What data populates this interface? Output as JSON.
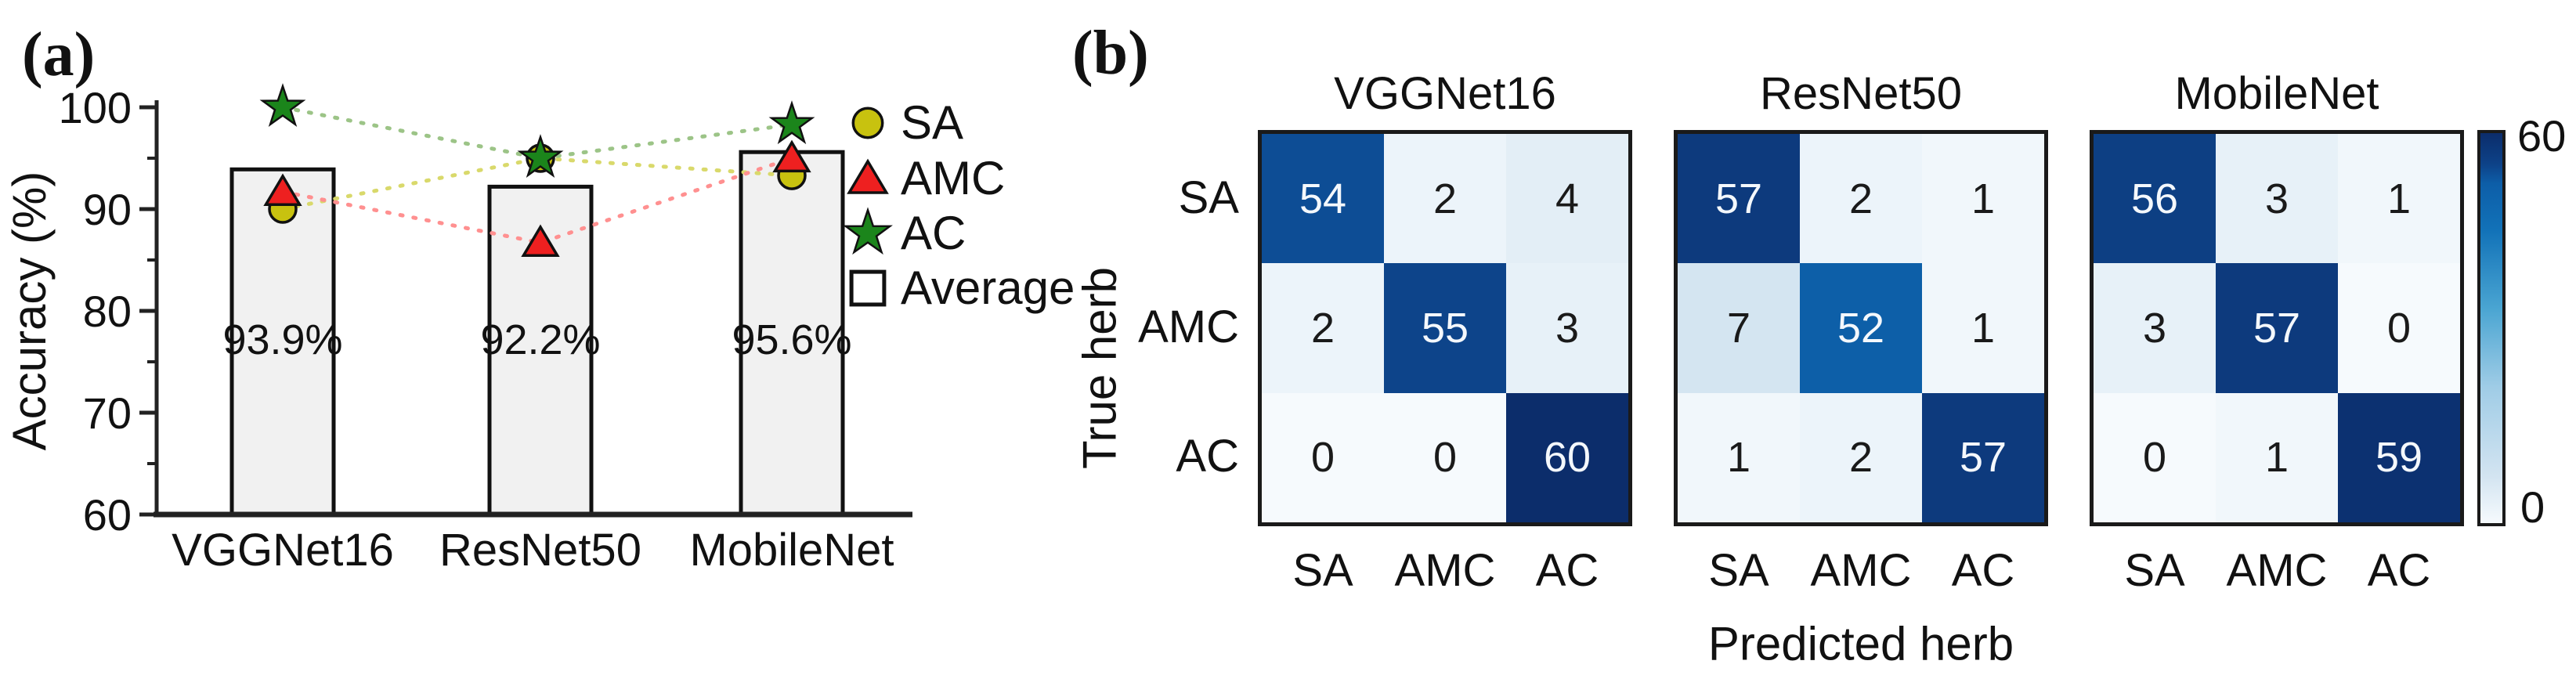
{
  "figure": {
    "panels": {
      "a": {
        "tag": "(a)",
        "ylabel": "Accuracy (%)",
        "legend_labels": [
          "SA",
          "AMC",
          "AC",
          "Average"
        ]
      },
      "b": {
        "tag": "(b)",
        "row_axis_label": "True herb",
        "col_axis_label": "Predicted herb",
        "colorbar_max": "60",
        "colorbar_min": "0"
      }
    }
  },
  "chart_data": [
    {
      "type": "bar",
      "panel": "a",
      "title": "",
      "xlabel": "",
      "ylabel": "Accuracy (%)",
      "categories": [
        "VGGNet16",
        "ResNet50",
        "MobileNet"
      ],
      "ylim": [
        60,
        100
      ],
      "yticks": [
        60,
        70,
        80,
        90,
        100
      ],
      "yticks_minor": [
        65,
        75,
        85,
        95
      ],
      "bars": {
        "name": "Average",
        "values": [
          93.9,
          92.2,
          95.6
        ],
        "labels": [
          "93.9%",
          "92.2%",
          "95.6%"
        ],
        "fill": "#f1f1f1",
        "edge": "#111111"
      },
      "series": [
        {
          "name": "SA",
          "marker": "circle",
          "color": "#c8c20f",
          "line_color": "#d9d96b",
          "values": [
            90.0,
            95.0,
            93.3
          ]
        },
        {
          "name": "AMC",
          "marker": "triangle",
          "color": "#ee2020",
          "line_color": "#ff9090",
          "values": [
            91.7,
            86.7,
            95.0
          ]
        },
        {
          "name": "AC",
          "marker": "star",
          "color": "#1b851b",
          "line_color": "#9cc487",
          "values": [
            100.0,
            95.0,
            98.3
          ]
        }
      ],
      "legend": [
        {
          "label": "SA",
          "marker": "circle",
          "color": "#c8c20f"
        },
        {
          "label": "AMC",
          "marker": "triangle",
          "color": "#ee2020"
        },
        {
          "label": "AC",
          "marker": "star",
          "color": "#1b851b"
        },
        {
          "label": "Average",
          "marker": "square",
          "color": "#ffffff"
        }
      ],
      "legend_position": "upper right",
      "grid": false
    },
    {
      "type": "heatmap",
      "panel": "b",
      "classes": [
        "SA",
        "AMC",
        "AC"
      ],
      "row_axis_label": "True herb",
      "col_axis_label": "Predicted herb",
      "matrices": [
        {
          "name": "VGGNet16",
          "rows": [
            [
              54,
              2,
              4
            ],
            [
              2,
              55,
              3
            ],
            [
              0,
              0,
              60
            ]
          ]
        },
        {
          "name": "ResNet50",
          "rows": [
            [
              57,
              2,
              1
            ],
            [
              7,
              52,
              1
            ],
            [
              1,
              2,
              57
            ]
          ]
        },
        {
          "name": "MobileNet",
          "rows": [
            [
              56,
              3,
              1
            ],
            [
              3,
              57,
              0
            ],
            [
              0,
              1,
              59
            ]
          ]
        }
      ],
      "colorbar": {
        "min": 0,
        "max": 60
      },
      "value_range": [
        0,
        60
      ]
    }
  ]
}
